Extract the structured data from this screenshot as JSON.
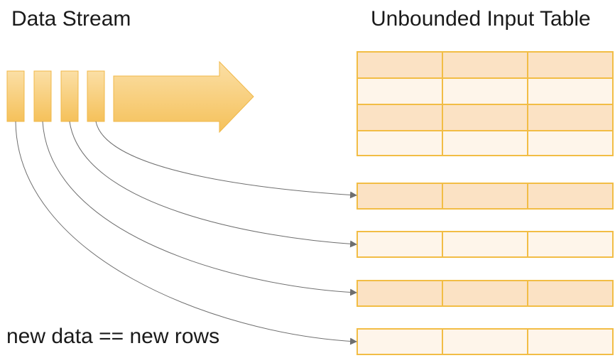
{
  "diagram": {
    "source_title": "Data Stream",
    "table_title": "Unbounded Input Table",
    "caption": "new data == new rows",
    "colors": {
      "block_fill_top": "#fbdfa6",
      "block_fill_bottom": "#f5c15a",
      "block_stroke": "#f0b849",
      "row_dark": "#fbe2c4",
      "row_light": "#fef5ea",
      "cell_border": "#f2bd45",
      "connector": "#6e6e6e"
    },
    "source_block_count": 4,
    "table_rows": 4,
    "table_columns": 3,
    "new_rows": 4
  }
}
